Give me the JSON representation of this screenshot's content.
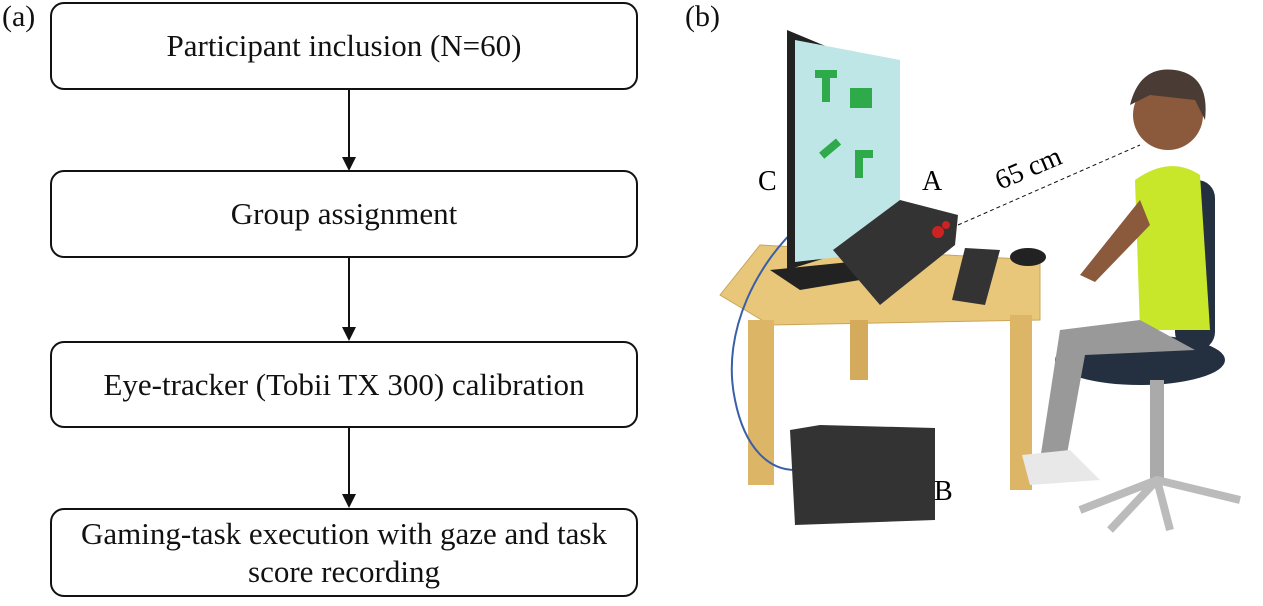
{
  "panel_a": {
    "label": "(a)",
    "steps": [
      {
        "text": "Participant inclusion (N=60)"
      },
      {
        "text": "Group assignment"
      },
      {
        "text": "Eye-tracker (Tobii TX 300) calibration"
      },
      {
        "text": "Gaming-task execution with gaze and task score recording"
      }
    ]
  },
  "panel_b": {
    "label": "(b)",
    "labels": {
      "a": "A",
      "b": "B",
      "c": "C",
      "distance": "65 cm"
    },
    "colors": {
      "screen": "#bfe6e6",
      "glyphs": "#2eaa4a",
      "desk": "#e8c77a",
      "device": "#333333",
      "shirt": "#c8e62a",
      "cable": "#3a5fa8"
    }
  }
}
